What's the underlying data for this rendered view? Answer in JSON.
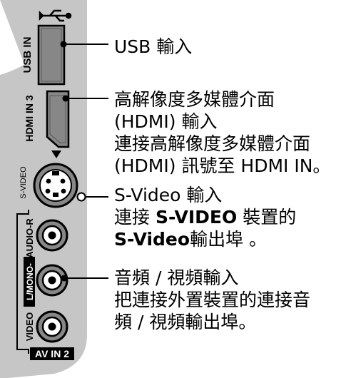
{
  "panel": {
    "usb_label": "USB IN",
    "hdmi_label": "HDMI IN 3",
    "svideo_label": "S-VIDEO",
    "audio_r_label": "AUDIO-R",
    "audio_l_label": "L/MONO-",
    "video_label": "VIDEO",
    "av_group_label": "AV IN 2"
  },
  "callouts": {
    "usb": {
      "line1": "USB 輸入"
    },
    "hdmi": {
      "line1": "高解像度多媒體介面",
      "line2": "(HDMI) 輸入",
      "line3": "連接高解像度多媒體介面",
      "line4": "(HDMI) 訊號至 HDMI IN。"
    },
    "svideo": {
      "line1": "S-Video 輸入",
      "line2_pre": "連接 ",
      "line2_bold": "S-VIDEO",
      "line2_post": " 裝置的",
      "line3_bold": "S-Video",
      "line3_post": "輸出埠 。"
    },
    "av": {
      "line1": "音頻 / 視頻輸入",
      "line2": "把連接外置裝置的連接音",
      "line3": "頻 / 視頻輸出埠。"
    }
  },
  "colors": {
    "panel": "#c6c6c6",
    "port": "#878787",
    "line": "#000000"
  }
}
